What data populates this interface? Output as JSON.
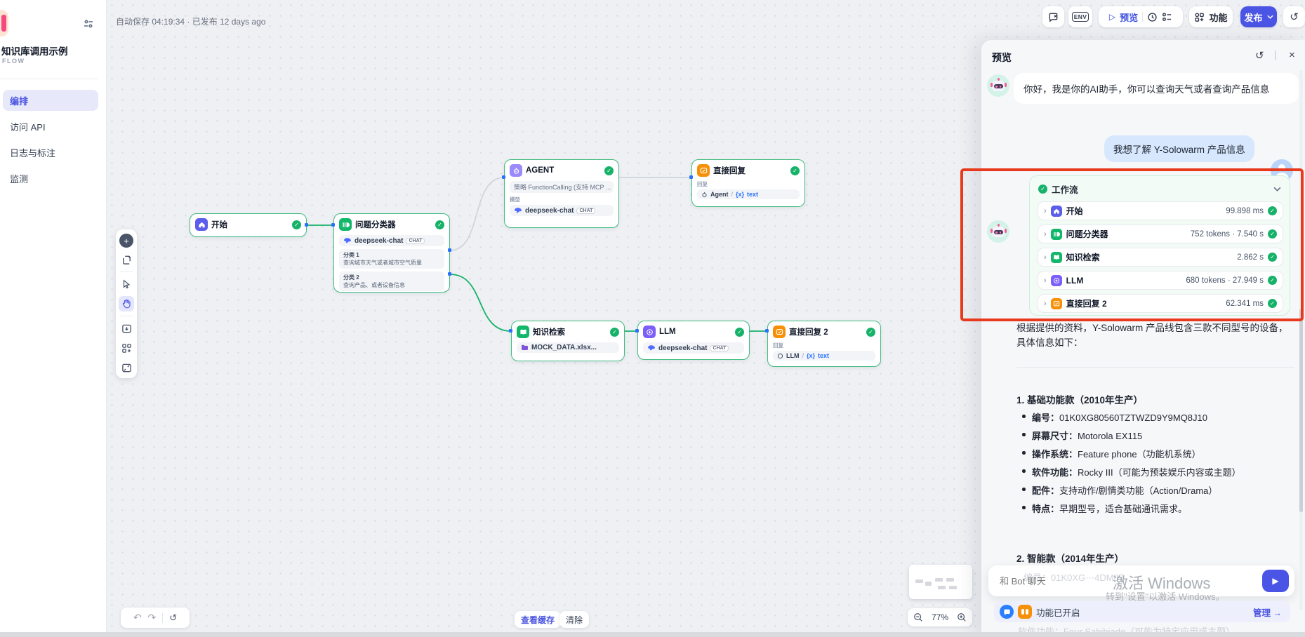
{
  "sidebar": {
    "title": "知识库调用示例",
    "subtitle": "FLOW",
    "items": [
      {
        "label": "编排"
      },
      {
        "label": "访问 API"
      },
      {
        "label": "日志与标注"
      },
      {
        "label": "监测"
      }
    ]
  },
  "topbar": {
    "autosave": "自动保存 04:19:34 · 已发布 12 days ago",
    "env_label": "ENV",
    "preview_label": "预览",
    "features_label": "功能",
    "publish_label": "发布"
  },
  "canvas": {
    "zoom_level": "77%",
    "view_cache_label": "查看缓存",
    "clear_label": "清除",
    "nodes": {
      "start": {
        "title": "开始"
      },
      "classifier": {
        "title": "问题分类器",
        "model": "deepseek-chat",
        "model_badge": "CHAT",
        "class1_label": "分类 1",
        "class1_desc": "查询城市天气或者城市空气质量",
        "class2_label": "分类 2",
        "class2_desc": "查询产品、或者设备信息"
      },
      "agent": {
        "title": "AGENT",
        "strategy": "策略 FunctionCalling (支持 MCP ...",
        "model_label": "模型",
        "model": "deepseek-chat",
        "model_badge": "CHAT"
      },
      "reply1": {
        "title": "直接回复",
        "reply_label": "回复",
        "source": "Agent",
        "sep": "/",
        "var": "{x}",
        "var_name": "text"
      },
      "retrieval": {
        "title": "知识检索",
        "file": "MOCK_DATA.xlsx..."
      },
      "llm": {
        "title": "LLM",
        "model": "deepseek-chat",
        "model_badge": "CHAT"
      },
      "reply2": {
        "title": "直接回复 2",
        "reply_label": "回复",
        "source": "LLM",
        "sep": "/",
        "var": "{x}",
        "var_name": "text"
      }
    }
  },
  "preview": {
    "title": "预览",
    "bot_greeting": "你好，我是你的AI助手，你可以查询天气或者查询产品信息",
    "user_message": "我想了解 Y-Solowarm 产品信息",
    "workflow": {
      "title": "工作流",
      "rows": [
        {
          "label": "开始",
          "meta": "99.898 ms"
        },
        {
          "label": "问题分类器",
          "meta": "752 tokens · 7.540 s"
        },
        {
          "label": "知识检索",
          "meta": "2.862 s"
        },
        {
          "label": "LLM",
          "meta": "680 tokens · 27.949 s"
        },
        {
          "label": "直接回复 2",
          "meta": "62.341 ms"
        }
      ]
    },
    "answer": {
      "intro": "根据提供的资料，Y-Solowarm 产品线包含三款不同型号的设备，具体信息如下：",
      "section1_title": "1. 基础功能款（2010年生产）",
      "bullets": [
        {
          "label": "编号：",
          "value": "01K0XG80560TZTWZD9Y9MQ8J10"
        },
        {
          "label": "屏幕尺寸：",
          "value": "Motorola EX115"
        },
        {
          "label": "操作系统：",
          "value": "Feature phone（功能机系统）"
        },
        {
          "label": "软件功能：",
          "value": "Rocky III（可能为预装娱乐内容或主题）"
        },
        {
          "label": "配件：",
          "value": "支持动作/剧情类功能（Action/Drama）"
        },
        {
          "label": "特点：",
          "value": "早期型号，适合基础通讯需求。"
        }
      ],
      "section2_title": "2. 智能款（2014年生产）",
      "faded_line": "编号：01K0XG⋯4DM07",
      "faded_line2": "软件功能：Four Sahibjade（可能为特定应用或主题）"
    },
    "input": {
      "placeholder": "和 Bot 聊天"
    },
    "feature_bar": {
      "text": "功能已开启",
      "manage_label": "管理",
      "arrow": "→"
    },
    "watermark": {
      "line1": "激活 Windows",
      "line2": "转到\"设置\"以激活 Windows。"
    }
  },
  "colors": {
    "accent_indigo": "#4b55e5",
    "success_green": "#17b26a",
    "annotation_red": "#e8391c",
    "node_orange": "#f79009",
    "node_purple": "#9b8afb"
  }
}
